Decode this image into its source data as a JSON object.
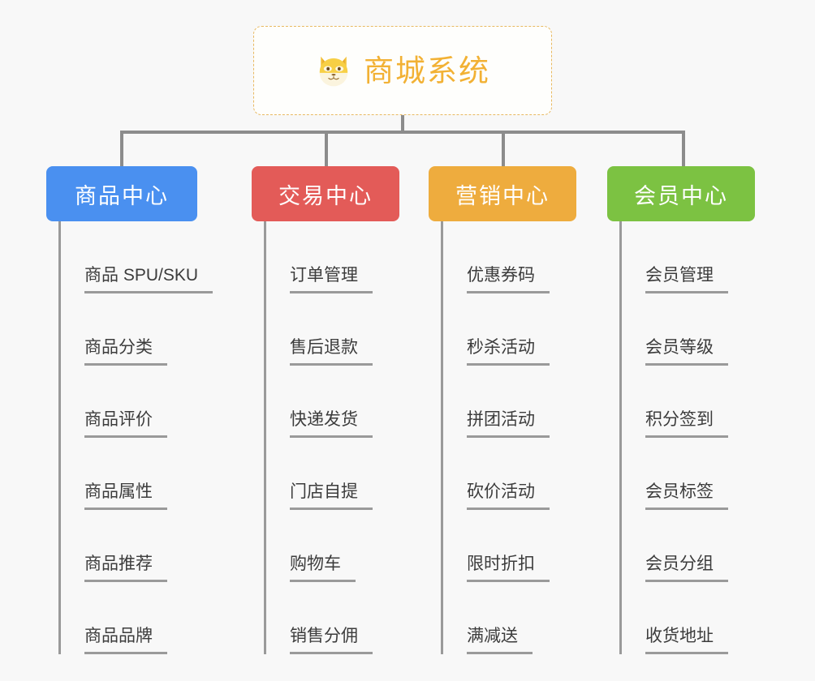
{
  "background_color": "#f8f8f8",
  "line_color": "#8c8c8c",
  "root": {
    "title": "商城系统",
    "icon": "shiba-dog-icon",
    "border_color": "#e8b961",
    "text_color": "#f2b134",
    "background_color": "#fefefc"
  },
  "columns": [
    {
      "header": "商品中心",
      "color": "#4a90f0",
      "items": [
        "商品 SPU/SKU",
        "商品分类",
        "商品评价",
        "商品属性",
        "商品推荐",
        "商品品牌"
      ]
    },
    {
      "header": "交易中心",
      "color": "#e35b58",
      "items": [
        "订单管理",
        "售后退款",
        "快递发货",
        "门店自提",
        "购物车",
        "销售分佣"
      ]
    },
    {
      "header": "营销中心",
      "color": "#eeac3e",
      "items": [
        "优惠券码",
        "秒杀活动",
        "拼团活动",
        "砍价活动",
        "限时折扣",
        "满减送"
      ]
    },
    {
      "header": "会员中心",
      "color": "#7cc242",
      "items": [
        "会员管理",
        "会员等级",
        "积分签到",
        "会员标签",
        "会员分组",
        "收货地址"
      ]
    }
  ]
}
